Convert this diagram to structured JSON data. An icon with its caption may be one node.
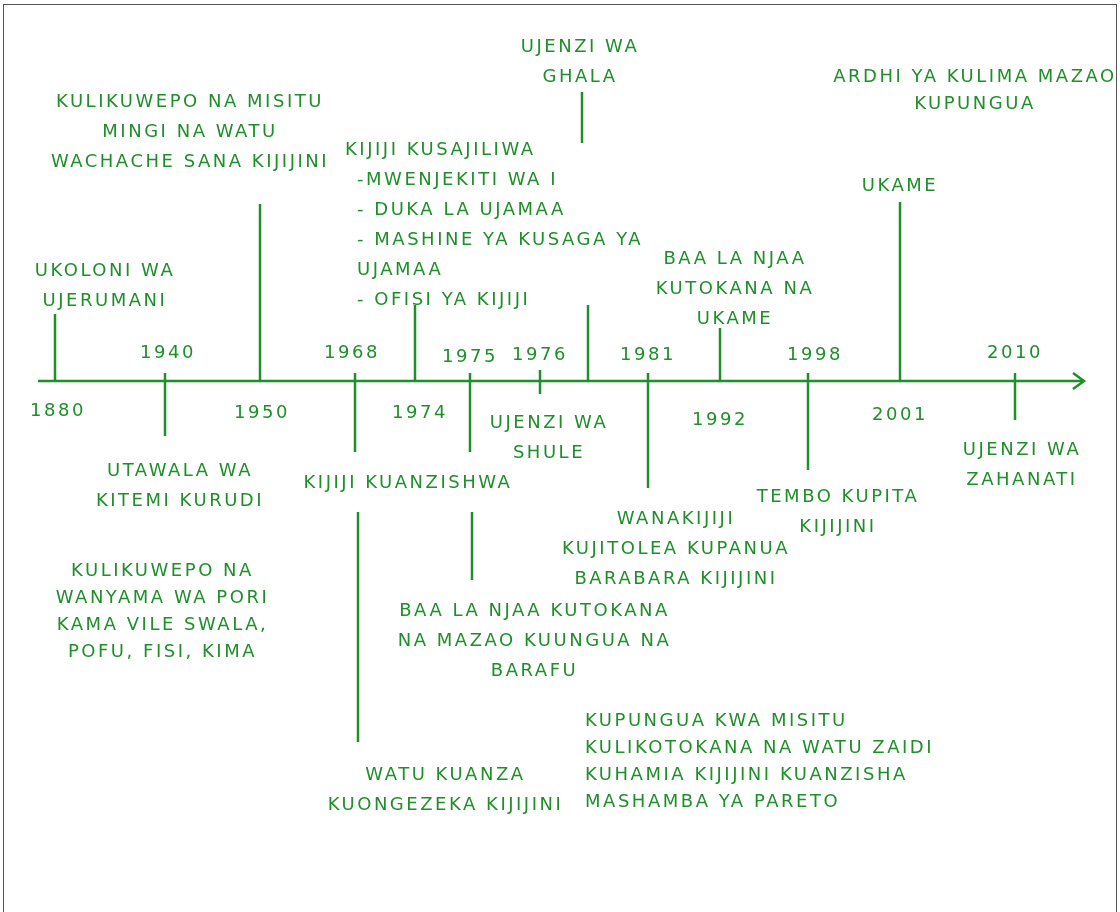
{
  "diagram": {
    "nodes": [
      {
        "text": [
          "UKOLONI WA UJERUMANI"
        ]
      },
      {
        "text": [
          "KULIKUWEPO NA MISITU MINGI NA WATU WACHACHE SANA KIJIJINI"
        ]
      },
      {
        "text": [
          "UTAWALA WA KITEMI KURUDI"
        ]
      },
      {
        "text": [
          "KIJIJI KUSAJILIWA",
          "-MWENJEKITI WA I",
          "- DUKA LA UJAMAA",
          "- MASHINE YA KUSAGA YA UJAMAA",
          "- OFISI YA KIJIJI"
        ]
      },
      {
        "text": [
          "UJENZI WA GHALA"
        ]
      },
      {
        "text": [
          "BAA LA NJAA KUTOKANA NA UKAME"
        ]
      },
      {
        "text": [
          "UKAME"
        ]
      },
      {
        "text": [
          "KIJIJI KUANZISHWA"
        ]
      },
      {
        "text": [
          "UJENZI WA SHULE"
        ]
      },
      {
        "text": [
          "WANAKIJIJI KUJITOLEA KUPANUA BARABARA KIJIJINI"
        ]
      },
      {
        "text": [
          "TEMBO KUPITA KIJIJINI"
        ]
      },
      {
        "text": [
          "UJENZI WA ZAHANATI"
        ]
      },
      {
        "text": [
          "BAA LA NJAA KUTOKANA NA MAZAO KUUNGUA NA BARAFU"
        ]
      },
      {
        "text": [
          "WATU KUANZA KUONGEZEKA KIJIJINI"
        ]
      }
    ],
    "edges": [
      {
        "from": 0,
        "to": null,
        "arrow": "none"
      },
      {
        "from": 1,
        "to": null,
        "arrow": "none"
      },
      {
        "from": null,
        "to": 2,
        "arrow": "none"
      },
      {
        "from": null,
        "to": 3,
        "arrow": "none"
      },
      {
        "from": null,
        "to": 3,
        "arrow": "none"
      },
      {
        "from": 4,
        "to": 3,
        "arrow": "none"
      },
      {
        "from": null,
        "to": 5,
        "arrow": "none"
      },
      {
        "from": null,
        "to": 6,
        "arrow": "none"
      },
      {
        "from": null,
        "to": 7,
        "arrow": "none"
      },
      {
        "from": 7,
        "to": 13,
        "arrow": "none"
      },
      {
        "from": null,
        "to": 7,
        "arrow": "none"
      },
      {
        "from": 7,
        "to": 12,
        "arrow": "none"
      },
      {
        "from": null,
        "to": 9,
        "arrow": "none"
      },
      {
        "from": null,
        "to": 10,
        "arrow": "none"
      },
      {
        "from": null,
        "to": 11,
        "arrow": "none"
      }
    ],
    "labels": [
      "ARDHI YA KULIMA MAZAO KUPUNGUA",
      "1880",
      "1940",
      "1950",
      "1968",
      "1974",
      "1975",
      "1976",
      "1981",
      "1992",
      "1998",
      "2001",
      "2010",
      "KULIKUWEPO NA WANYAMA WA PORI KAMA VILE SWALA, POFU, FISI, KIMA",
      "KUPUNGUA KWA MISITU KULIKOTOKANA NA WATU ZAIDI KUHAMIA KIJIJINI KUANZISHA MASHAMBA YA PARETO"
    ]
  }
}
